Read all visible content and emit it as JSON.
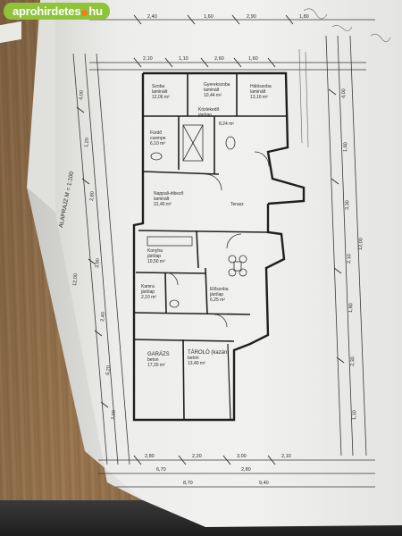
{
  "watermark": {
    "brand": "aprohirdetes",
    "suffix": "hu"
  },
  "drawing": {
    "scale_note": "ALAPRAJZ M = 1:100",
    "rooms": [
      {
        "name": "Szoba",
        "sub": "laminált",
        "area": "12,06 m²"
      },
      {
        "name": "Gyerekszoba",
        "sub": "laminált",
        "area": "10,44 m²"
      },
      {
        "name": "Hálószoba",
        "sub": "laminált",
        "area": "13,10 m²"
      },
      {
        "name": "Fürdő",
        "sub": "csempe",
        "area": "6,10 m²"
      },
      {
        "name": "Közlekedő",
        "sub": "járólap",
        "area": "8,24 m²"
      },
      {
        "name": "Nappali-étkező",
        "sub": "laminált",
        "area": "31,40 m²"
      },
      {
        "name": "Konyha",
        "sub": "járólap",
        "area": "10,50 m²"
      },
      {
        "name": "Kamra",
        "sub": "járólap",
        "area": "2,10 m²"
      },
      {
        "name": "Előszoba",
        "sub": "járólap",
        "area": "6,25 m²"
      },
      {
        "name": "Terasz",
        "sub": "",
        "area": ""
      },
      {
        "name": "GARÁZS",
        "sub": "beton",
        "area": "17,20 m²"
      },
      {
        "name": "TÁROLÓ (kazán)",
        "sub": "beton",
        "area": "13,40 m²"
      }
    ],
    "dim_labels_top": [
      "2,40",
      "1,60",
      "2,90",
      "1,80",
      "2,10",
      "1,10",
      "2,60",
      "1,60"
    ],
    "dim_labels_bottom": [
      "2,80",
      "2,20",
      "3,00",
      "2,10",
      "6,70",
      "2,80",
      "8,70",
      "9,40"
    ],
    "dim_labels_left": [
      "4,00",
      "1,20",
      "2,80",
      "3,90",
      "12,00",
      "2,40",
      "6,20",
      "2,00"
    ],
    "dim_labels_right": [
      "4,00",
      "1,60",
      "3,30",
      "2,10",
      "1,80",
      "2,30",
      "12,00",
      "1,10"
    ]
  }
}
